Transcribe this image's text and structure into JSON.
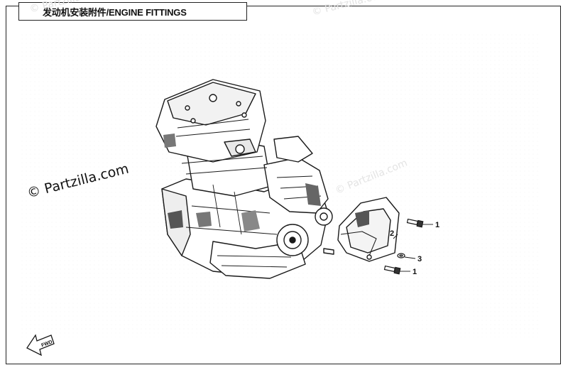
{
  "title": "发动机安装附件/ENGINE FITTINGS",
  "watermark": {
    "main": "© Partzilla.com",
    "faint": "© Partzilla.com"
  },
  "callouts": {
    "c1a": "1",
    "c2": "2",
    "c3": "3",
    "c1b": "1"
  },
  "fwd_label": "FWD",
  "colors": {
    "line": "#1a1a1a",
    "shade": "#555555",
    "background": "#ffffff"
  }
}
